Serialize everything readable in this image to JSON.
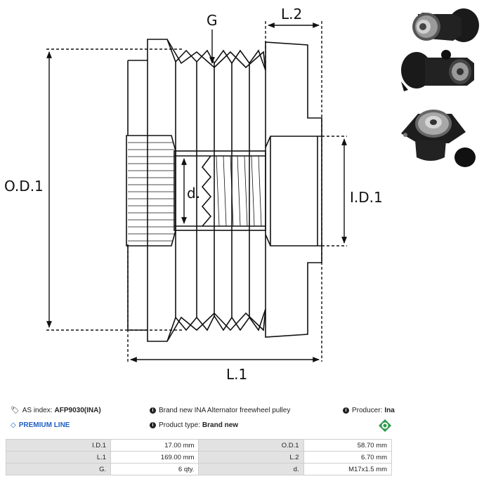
{
  "drawing": {
    "labels": {
      "groove": "G",
      "length2": "L.2",
      "outer_diameter": "O.D.1",
      "inner_diameter": "I.D.1",
      "thread_diameter": "d.",
      "length1": "L.1"
    }
  },
  "info": {
    "as_index_label": "AS index:",
    "as_index_value": "AFP9030(INA)",
    "description": "Brand new INA Alternator freewheel pulley",
    "producer_label": "Producer:",
    "producer_value": "Ina",
    "premium_line": "PREMIUM LINE",
    "product_type_label": "Product type:",
    "product_type_value": "Brand new"
  },
  "specs": [
    [
      {
        "key": "I.D.1",
        "value": "17.00 mm"
      },
      {
        "key": "O.D.1",
        "value": "58.70 mm"
      }
    ],
    [
      {
        "key": "L.1",
        "value": "169.00 mm"
      },
      {
        "key": "L.2",
        "value": "6.70 mm"
      }
    ],
    [
      {
        "key": "G.",
        "value": "6 qty."
      },
      {
        "key": "d.",
        "value": "M17x1.5 mm"
      }
    ]
  ],
  "colors": {
    "premium": "#1f5fc4",
    "ina_logo": "#2e9a4a",
    "table_key_bg": "#e2e2e2"
  }
}
